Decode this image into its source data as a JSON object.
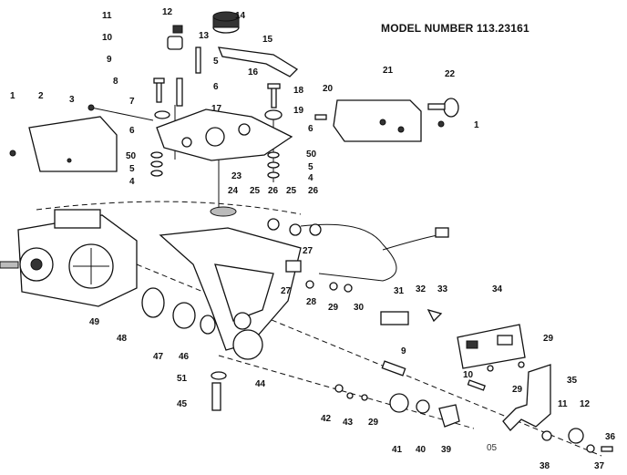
{
  "model_number": "MODEL NUMBER 113.23161",
  "footnote": "05",
  "labels": [
    "1",
    "2",
    "3",
    "4",
    "5",
    "6",
    "7",
    "8",
    "9",
    "10",
    "11",
    "12",
    "13",
    "14",
    "15",
    "16",
    "17",
    "18",
    "19",
    "20",
    "21",
    "22",
    "23",
    "24",
    "25",
    "26",
    "27",
    "28",
    "29",
    "30",
    "31",
    "32",
    "33",
    "34",
    "35",
    "36",
    "37",
    "38",
    "39",
    "40",
    "41",
    "42",
    "43",
    "44",
    "45",
    "46",
    "47",
    "48",
    "49",
    "50"
  ],
  "callouts": [
    {
      "key": "l11a",
      "text": "11"
    },
    {
      "key": "l12a",
      "text": "12"
    },
    {
      "key": "l13",
      "text": "13"
    },
    {
      "key": "l14",
      "text": "14"
    },
    {
      "key": "l15",
      "text": "15"
    },
    {
      "key": "l10a",
      "text": "10"
    },
    {
      "key": "l9a",
      "text": "9"
    },
    {
      "key": "l5a",
      "text": "5"
    },
    {
      "key": "l16",
      "text": "16"
    },
    {
      "key": "l8",
      "text": "8"
    },
    {
      "key": "l6a",
      "text": "6"
    },
    {
      "key": "l1a",
      "text": "1"
    },
    {
      "key": "l2",
      "text": "2"
    },
    {
      "key": "l3",
      "text": "3"
    },
    {
      "key": "l7",
      "text": "7"
    },
    {
      "key": "l17",
      "text": "17"
    },
    {
      "key": "l18",
      "text": "18"
    },
    {
      "key": "l19",
      "text": "19"
    },
    {
      "key": "l20",
      "text": "20"
    },
    {
      "key": "l21",
      "text": "21"
    },
    {
      "key": "l22",
      "text": "22"
    },
    {
      "key": "l1b",
      "text": "1"
    },
    {
      "key": "l6b",
      "text": "6"
    },
    {
      "key": "l6c",
      "text": "6"
    },
    {
      "key": "l50a",
      "text": "50"
    },
    {
      "key": "l5b",
      "text": "5"
    },
    {
      "key": "l4a",
      "text": "4"
    },
    {
      "key": "l23",
      "text": "23"
    },
    {
      "key": "l50b",
      "text": "50"
    },
    {
      "key": "l5c",
      "text": "5"
    },
    {
      "key": "l4b",
      "text": "4"
    },
    {
      "key": "l24",
      "text": "24"
    },
    {
      "key": "l25a",
      "text": "25"
    },
    {
      "key": "l26a",
      "text": "26"
    },
    {
      "key": "l25b",
      "text": "25"
    },
    {
      "key": "l26b",
      "text": "26"
    },
    {
      "key": "l27a",
      "text": "27"
    },
    {
      "key": "l27b",
      "text": "27"
    },
    {
      "key": "l28",
      "text": "28"
    },
    {
      "key": "l29a",
      "text": "29"
    },
    {
      "key": "l30",
      "text": "30"
    },
    {
      "key": "l31",
      "text": "31"
    },
    {
      "key": "l32",
      "text": "32"
    },
    {
      "key": "l33",
      "text": "33"
    },
    {
      "key": "l34",
      "text": "34"
    },
    {
      "key": "l29b",
      "text": "29"
    },
    {
      "key": "l35",
      "text": "35"
    },
    {
      "key": "l9b",
      "text": "9"
    },
    {
      "key": "l10b",
      "text": "10"
    },
    {
      "key": "l29c",
      "text": "29"
    },
    {
      "key": "l11b",
      "text": "11"
    },
    {
      "key": "l12b",
      "text": "12"
    },
    {
      "key": "l36",
      "text": "36"
    },
    {
      "key": "l37",
      "text": "37"
    },
    {
      "key": "l38",
      "text": "38"
    },
    {
      "key": "l39",
      "text": "39"
    },
    {
      "key": "l40",
      "text": "40"
    },
    {
      "key": "l41",
      "text": "41"
    },
    {
      "key": "l42",
      "text": "42"
    },
    {
      "key": "l43",
      "text": "43"
    },
    {
      "key": "l29d",
      "text": "29"
    },
    {
      "key": "l44",
      "text": "44"
    },
    {
      "key": "l45",
      "text": "45"
    },
    {
      "key": "l51",
      "text": "51"
    },
    {
      "key": "l46",
      "text": "46"
    },
    {
      "key": "l47",
      "text": "47"
    },
    {
      "key": "l48",
      "text": "48"
    },
    {
      "key": "l49",
      "text": "49"
    }
  ]
}
